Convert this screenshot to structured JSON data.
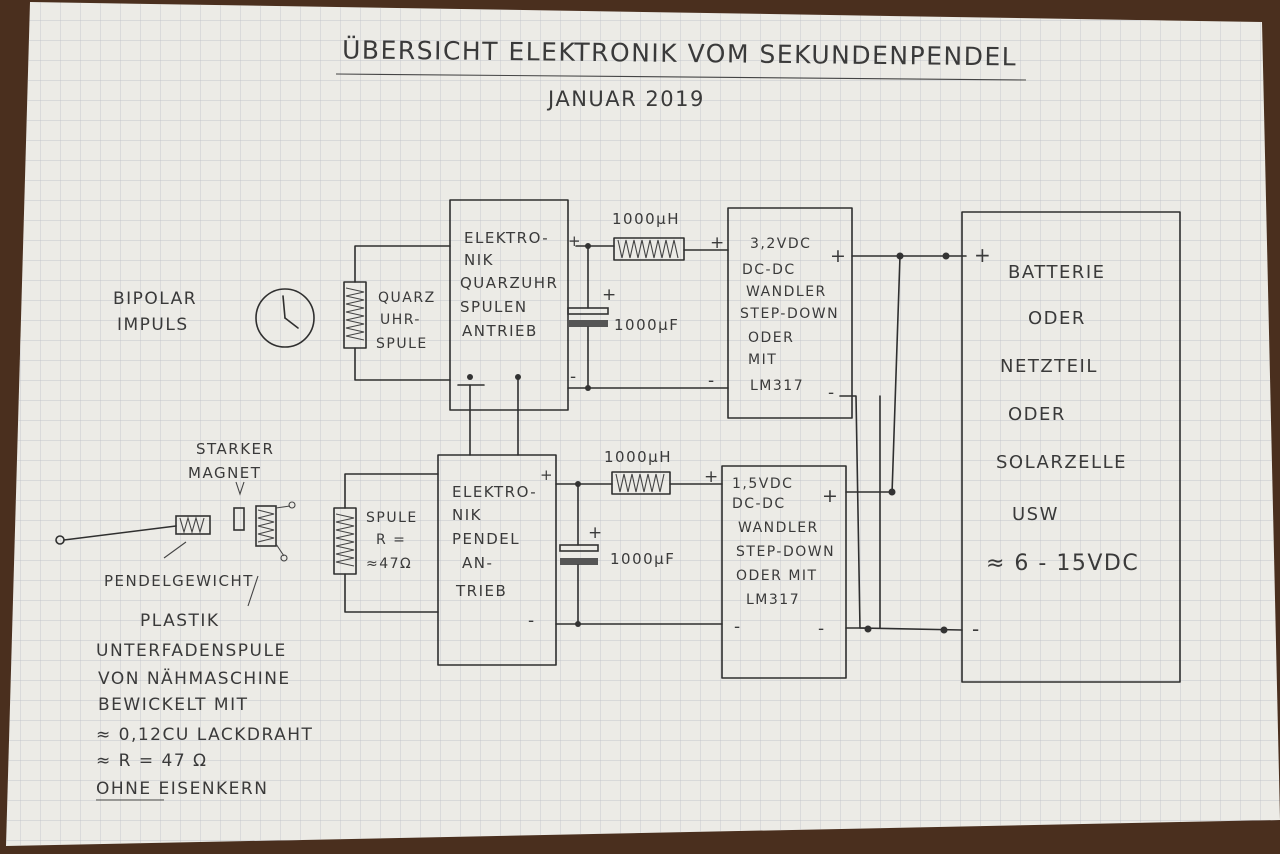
{
  "title": "ÜBERSICHT ELEKTRONIK VOM SEKUNDENPENDEL",
  "date": "JANUAR 2019",
  "left_labels": {
    "bipolar": [
      "BIPOLAR",
      "IMPULS"
    ],
    "starker_magnet": [
      "STARKER",
      "MAGNET"
    ],
    "pendelgewicht": "PENDELGEWICHT",
    "note": [
      "PLASTIK",
      "UNTERFADENSPULE",
      "VON NÄHMASCHINE",
      "BEWICKELT MIT",
      "≈ 0,12CU LACKDRAHT",
      "≈ R = 47 Ω",
      "OHNE EISENKERN"
    ]
  },
  "quartz": {
    "coil_label": [
      "QUARZ",
      "UHR-",
      "SPULE"
    ],
    "block_label": [
      "ELEKTRO-",
      "NIK",
      "QUARZUHR",
      "SPULEN",
      "ANTRIEB"
    ],
    "inductor": "1000μH",
    "capacitor": "1000μF",
    "converter": [
      "3,2VDC",
      "DC-DC",
      "WANDLER",
      "STEP-DOWN",
      "ODER",
      "MIT",
      "LM317"
    ]
  },
  "pendel": {
    "coil_label": [
      "SPULE",
      "R =",
      "≈47Ω"
    ],
    "block_label": [
      "ELEKTRO-",
      "NIK",
      "PENDEL",
      "AN-",
      "TRIEB"
    ],
    "inductor": "1000μH",
    "capacitor": "1000μF",
    "converter": [
      "1,5VDC",
      "DC-DC",
      "WANDLER",
      "STEP-DOWN",
      "ODER MIT",
      "LM317"
    ]
  },
  "supply": [
    "BATTERIE",
    "ODER",
    "NETZTEIL",
    "ODER",
    "SOLARZELLE",
    "USW",
    "≈ 6 - 15VDC"
  ],
  "symbols": {
    "plus": "+",
    "minus": "-"
  },
  "icons": [
    "clock-icon",
    "magnet-icon",
    "pendulum-icon",
    "coil-icon",
    "capacitor-icon",
    "inductor-icon"
  ],
  "colors": {
    "paper": "#ecebe6",
    "grid": "#b9bcc4",
    "ink": "#3a3a3a",
    "table": "#4a2f1e"
  }
}
